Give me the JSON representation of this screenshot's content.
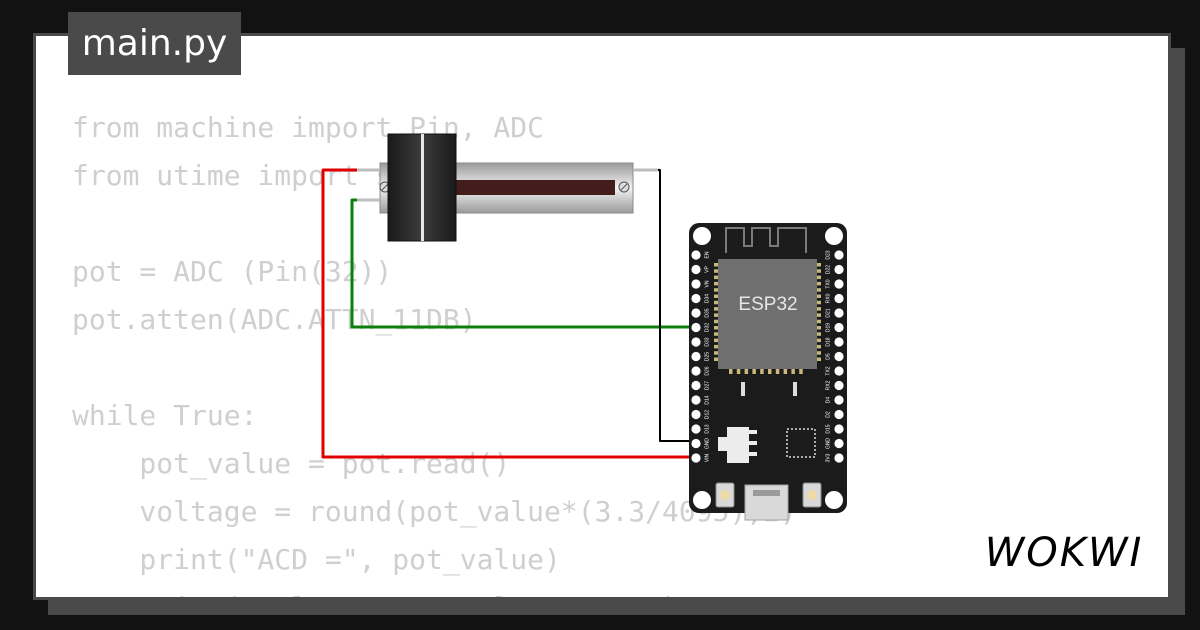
{
  "header": {
    "filename": "main.py"
  },
  "code": {
    "lines": [
      "from machine import Pin, ADC",
      "from utime import sleep",
      "",
      "pot = ADC (Pin(32))",
      "pot.atten(ADC.ATTN_11DB)",
      "",
      "while True:",
      "    pot_value = pot.read()",
      "    voltage = round(pot_value*(3.3/4095),2)",
      "    print(\"ACD =\", pot_value)",
      "    print(\"Voltage =\", voltage, \"V\")"
    ]
  },
  "board": {
    "chip_label": "ESP32",
    "left_pins": [
      "EN",
      "VP",
      "VN",
      "D34",
      "D35",
      "D32",
      "D33",
      "D25",
      "D26",
      "D27",
      "D14",
      "D12",
      "D13",
      "GND",
      "VIN"
    ],
    "right_pins": [
      "D23",
      "D22",
      "TX0",
      "RX0",
      "D21",
      "D19",
      "D18",
      "D5",
      "TX2",
      "RX2",
      "D4",
      "D2",
      "D15",
      "GND",
      "3V3"
    ]
  },
  "wires": {
    "vcc_color": "#e00000",
    "signal_color": "#0a7f0a",
    "gnd_color": "#000000"
  },
  "brand": {
    "logo_text": "WOKWI"
  }
}
